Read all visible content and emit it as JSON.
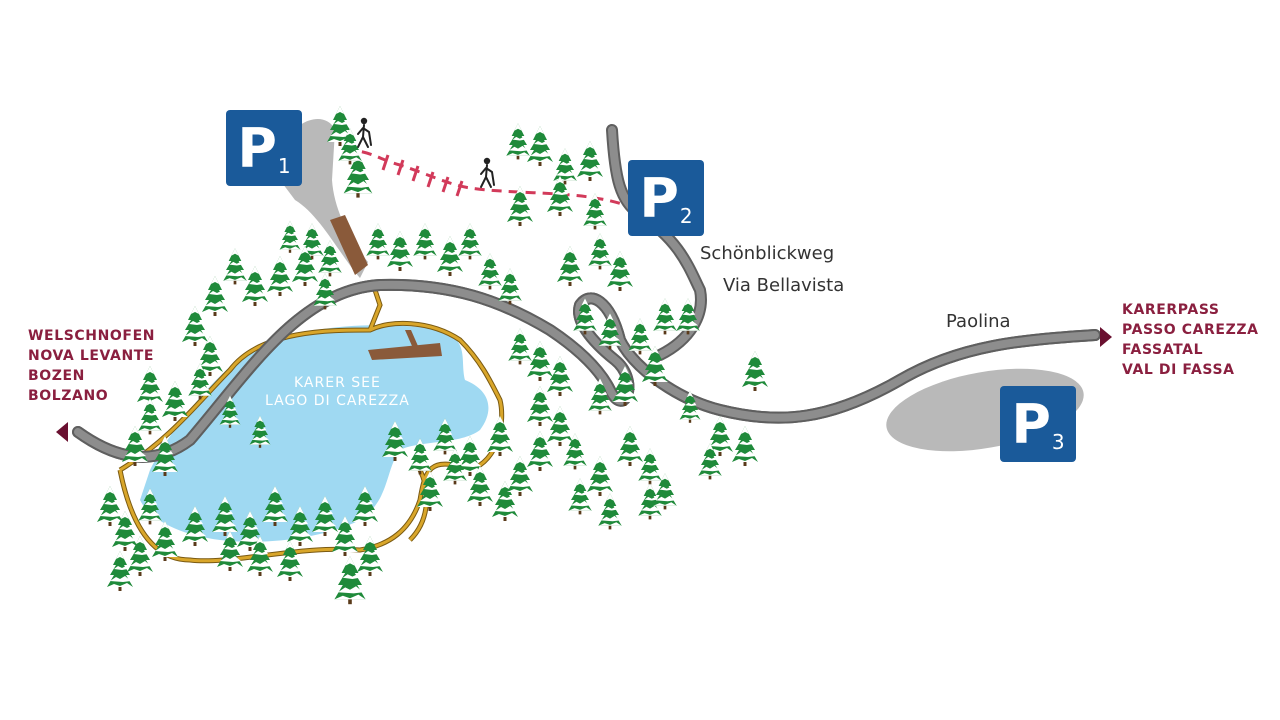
{
  "colors": {
    "road": "#8d8d8d",
    "road_edge": "#5f5f5f",
    "parking_area": "#b9b9b9",
    "lake": "#9fd9f2",
    "trail": "#d9a62a",
    "trail_edge": "#7a5a12",
    "hiking_path": "#d23a5a",
    "tree": "#1f8a3a",
    "tree_snow": "#ffffff",
    "dock": "#8a5a3a",
    "parking_sign": "#1a5a9a",
    "destination_text": "#8a1f3f",
    "label_text": "#333333"
  },
  "destinations": {
    "west": [
      "WELSCHNOFEN",
      "NOVA LEVANTE",
      "BOZEN",
      "BOLZANO"
    ],
    "east": [
      "KARERPASS",
      "PASSO CAREZZA",
      "FASSATAL",
      "VAL DI FASSA"
    ]
  },
  "road_labels": {
    "schoenblickweg": "Schönblickweg",
    "bellavista": "Via Bellavista",
    "paolina": "Paolina"
  },
  "lake_label": [
    "KARER SEE",
    "LAGO DI CAREZZA"
  ],
  "parking": [
    {
      "letter": "P",
      "number": "1"
    },
    {
      "letter": "P",
      "number": "2"
    },
    {
      "letter": "P",
      "number": "3"
    }
  ],
  "icons": [
    "arrow-left-icon",
    "arrow-right-icon",
    "hiker-icon",
    "tree-icon"
  ]
}
